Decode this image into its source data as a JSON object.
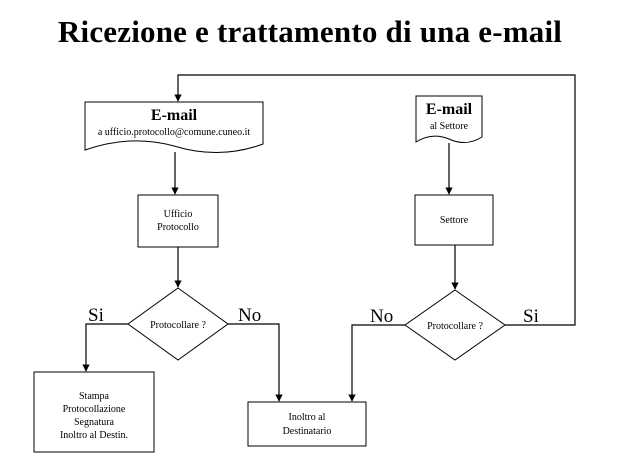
{
  "title": "Ricezione e trattamento di una e-mail",
  "nodes": {
    "email_protocollo": {
      "heading": "E-mail",
      "line": "a ufficio.protocollo@comune.cuneo.it"
    },
    "ufficio_protocollo": {
      "line1": "Ufficio",
      "line2": "Protocollo"
    },
    "decision_left": {
      "label": "Protocollare ?"
    },
    "stampa": {
      "line1": "Stampa",
      "line2": "Protocollazione",
      "line3": "Segnatura",
      "line4": "Inoltro al Destin."
    },
    "inoltro": {
      "line1": "Inoltro al",
      "line2": "Destinatario"
    },
    "email_settore": {
      "heading": "E-mail",
      "line": "al Settore"
    },
    "settore": {
      "label": "Settore"
    },
    "decision_right": {
      "label": "Protocollare ?"
    }
  },
  "branches": {
    "left_yes": "Si",
    "left_no": "No",
    "right_no": "No",
    "right_yes": "Si"
  }
}
